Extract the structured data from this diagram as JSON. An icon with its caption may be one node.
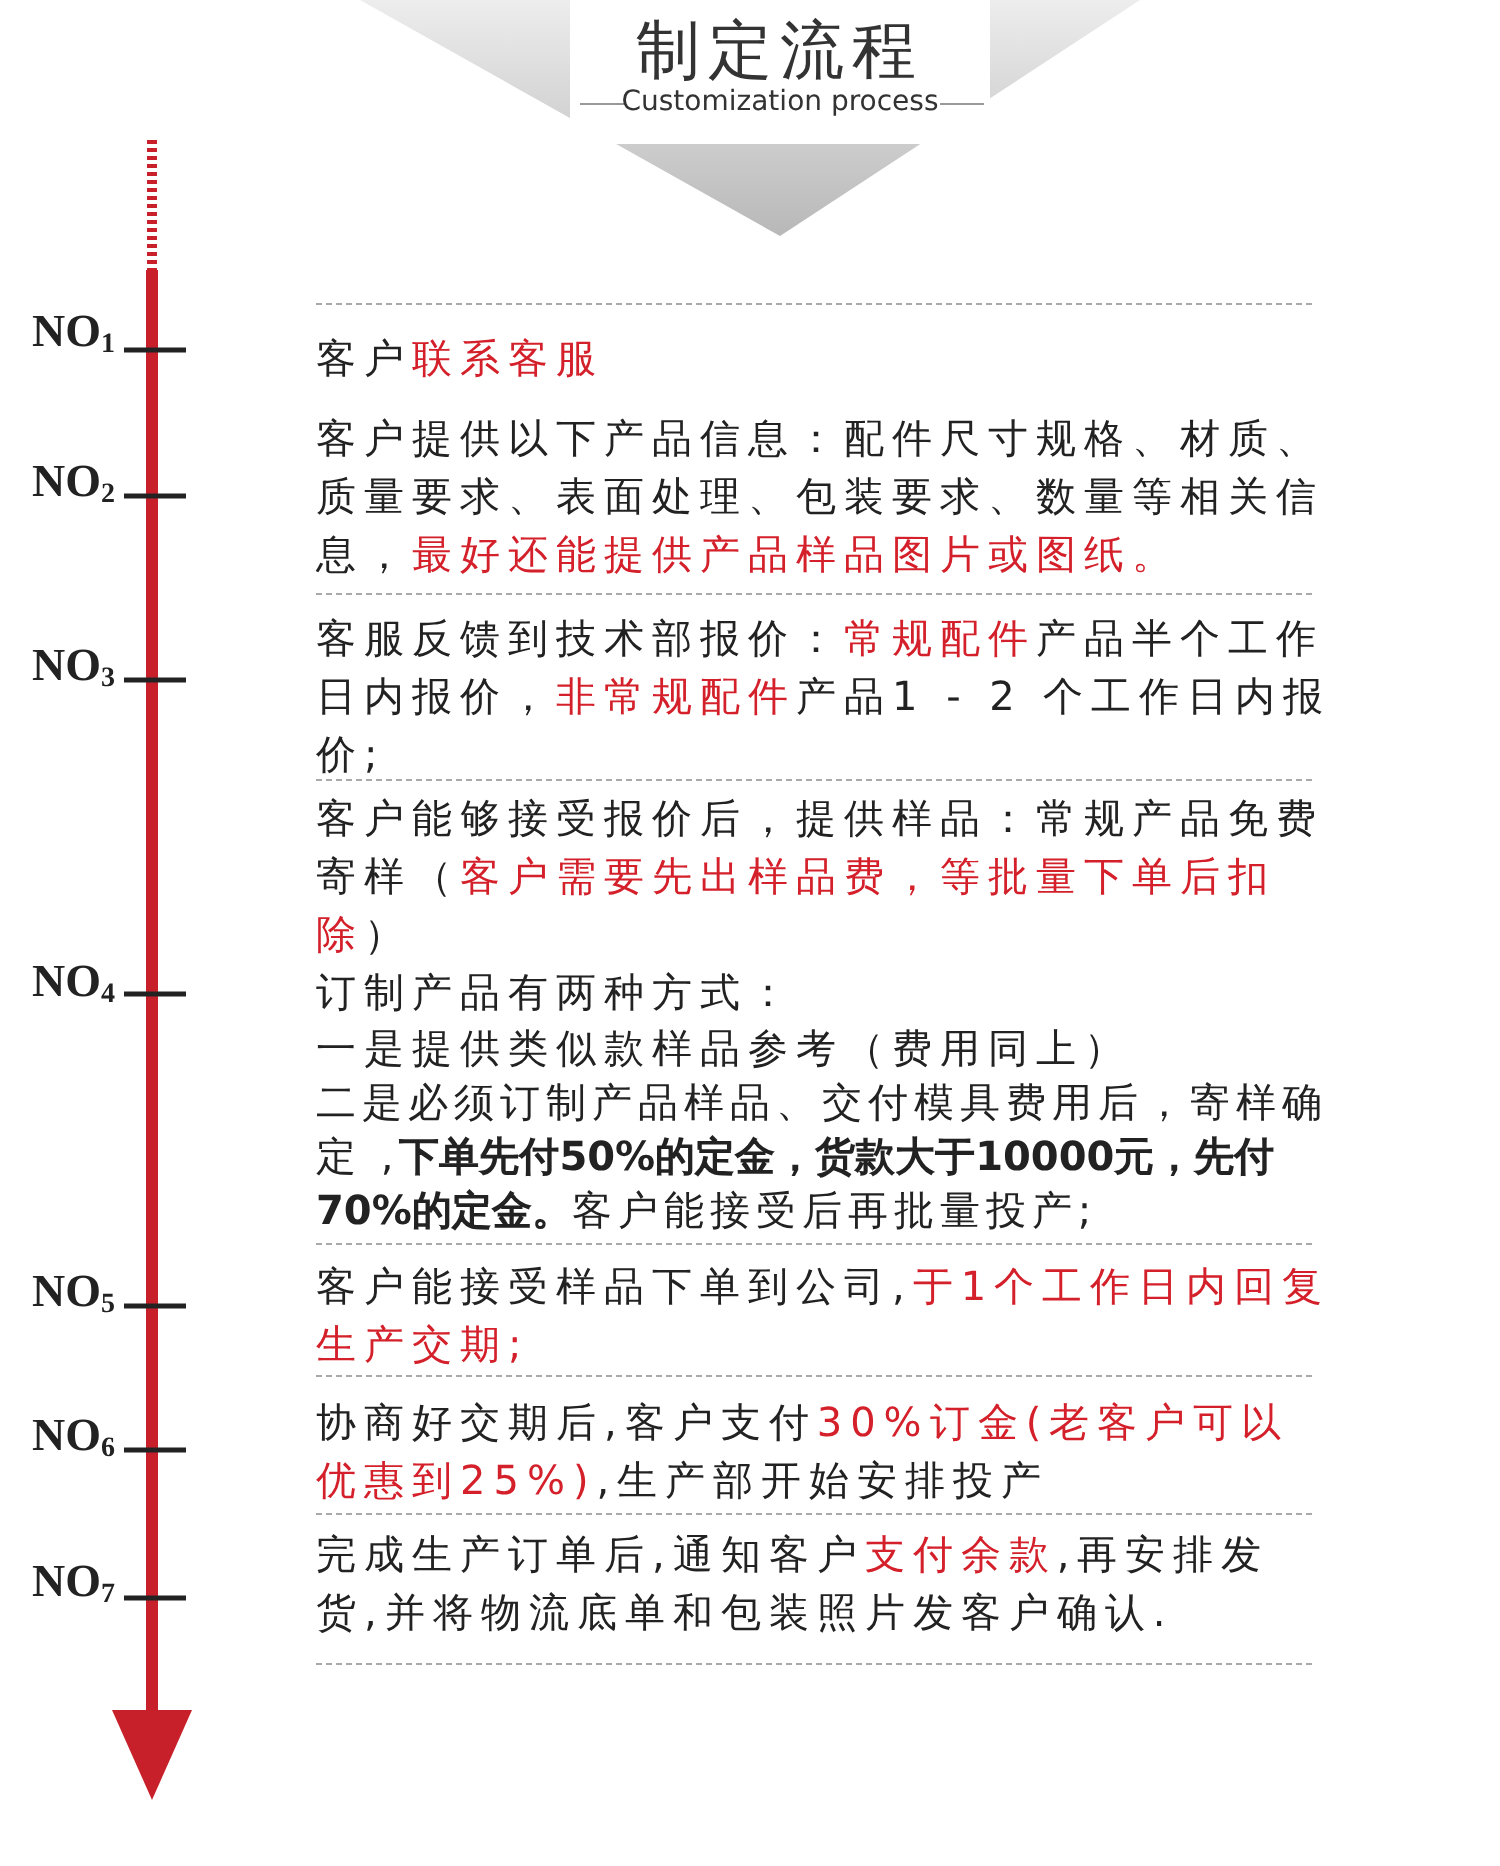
{
  "diagram": {
    "title": "制定流程",
    "labels": [
      "Customization process",
      "NO$_{1}$",
      "NO$_{2}$",
      "NO$_{3}$",
      "NO$_{4}$",
      "NO$_{5}$",
      "NO$_{6}$",
      "NO$_{7}$",
      "客户**联系客服**",
      "客户提供以下产品信息：配件尺寸规格、材质、质量要求、表面处理、包装要求、数量等相关信息，**最好还能提供产品样品图片或图纸。**",
      "客服反馈到技术部报价：**常规配件**产品半个工作日内报价，**非常规配件**产品1 - 2 个工作日内报价;",
      "客户能够接受报价后，提供样品：常规产品免费寄样（**客户需要先出样品费，等批量下单后扣除**）",
      "订制产品有两种方式：",
      "一是提供类似款样品参考（费用同上）",
      "二是必须订制产品样品、交付模具费用后，寄样确定 ,**下单先付50%的定金，货款大于10000元，先付70%的定金。**客户能接受后再批量投产;",
      "客户能接受样品下单到公司,**于1个工作日内回复生产交期;**",
      "协商好交期后,客户支付**30%订金(老客户可以优惠到25%)**,生产部开始安排投产",
      "完成生产订单后,通知客户**支付余款**,再安排发货,并将物流底单和包装照片发客户确认."
    ]
  }
}
